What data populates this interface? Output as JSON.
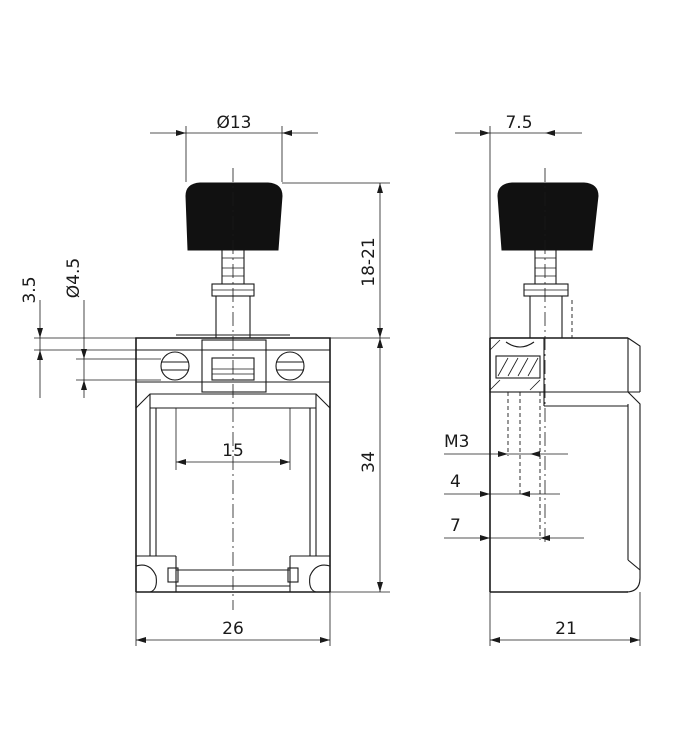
{
  "front_view": {
    "dim_knob_diameter": "Ø13",
    "dim_stroke_height": "18-21",
    "dim_flange_thickness": "3.5",
    "dim_mount_hole": "Ø4.5",
    "dim_hole_spacing": "15",
    "dim_body_height": "34",
    "dim_body_width": "26"
  },
  "side_view": {
    "dim_knob_offset": "7.5",
    "dim_thread": "M3",
    "dim_thread_depth": "4",
    "dim_hole_depth": "7",
    "dim_body_depth": "21"
  }
}
